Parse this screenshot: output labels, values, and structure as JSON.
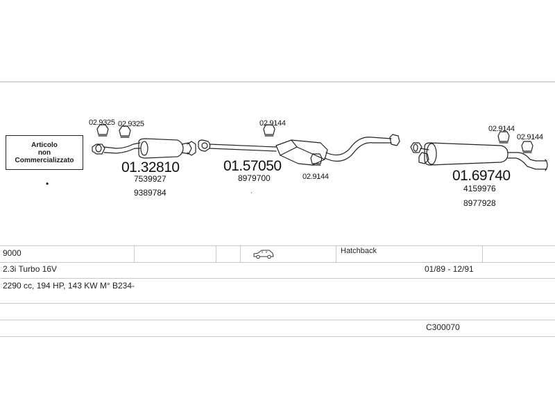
{
  "notice": {
    "line1": "Articolo",
    "line2": "non",
    "line3": "Commercializzato"
  },
  "parts": {
    "front_pipe": {
      "code": "01.32810",
      "refs": [
        "7539927",
        "9389784"
      ],
      "clamps": [
        "02.9325",
        "02.9325"
      ]
    },
    "middle_silencer": {
      "code": "01.57050",
      "refs": [
        "8979700"
      ],
      "clamps": [
        "02.9144",
        "02.9144"
      ]
    },
    "rear_silencer": {
      "code": "01.69740",
      "refs": [
        "4159976",
        "8977928"
      ],
      "clamps": [
        "02.9144",
        "02.9144"
      ]
    }
  },
  "vehicle": {
    "model": "9000",
    "body": "Hatchback",
    "engine": "2.3i Turbo 16V",
    "period": "01/89 - 12/91",
    "specs": "2290 cc, 194 HP, 143 KW M° B234-",
    "code": "C300070",
    "icon": "car-icon"
  },
  "colors": {
    "line": "#222222",
    "rule": "#d6d6d6",
    "table": "#c9c9c9"
  }
}
